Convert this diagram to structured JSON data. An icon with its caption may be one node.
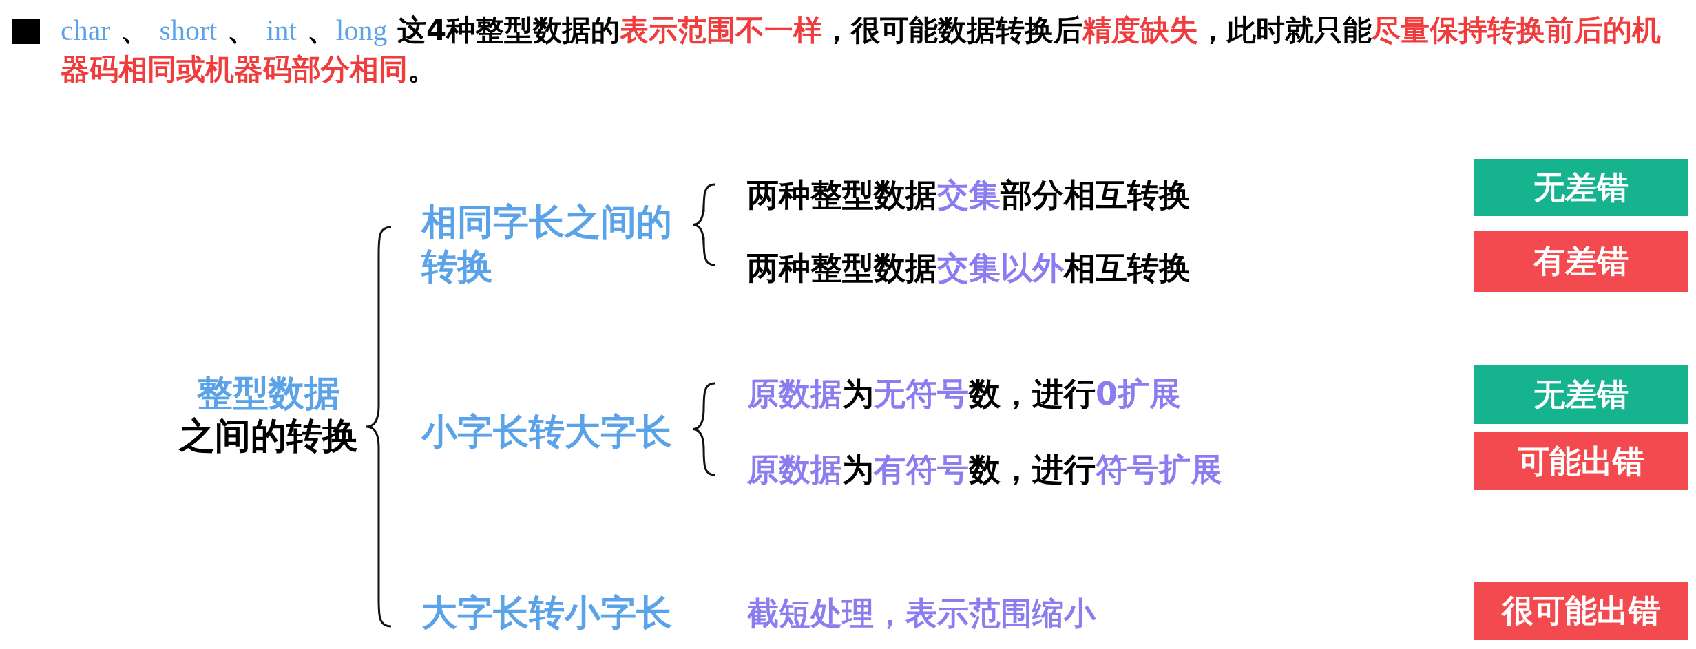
{
  "diagram": {
    "title": "*char* 、 *short* 、 *int* 、*long* 这4种整型数据的**表示范围不一样**，很可能数据转换后**精度缺失**，此时就只能**尽量保持转换前后的机器码相同或机器码部分相同**。",
    "nodes": [
      {
        "text": [
          "**整型数据**之间的转换"
        ]
      },
      {
        "text": [
          "相同字长之间的转换"
        ]
      },
      {
        "text": [
          "小字长转大字长"
        ]
      },
      {
        "text": [
          "大字长转小字长"
        ]
      },
      {
        "text": [
          "两种整型数据**交集**部分相互转换"
        ]
      },
      {
        "text": [
          "两种整型数据**交集以外**相互转换"
        ]
      },
      {
        "text": [
          "**原数据**为**无符号**数，进行**0扩展**"
        ]
      },
      {
        "text": [
          "**原数据**为**有符号**数，进行**符号扩展**"
        ]
      },
      {
        "text": [
          "截短处理，表示范围缩小"
        ]
      },
      {
        "text": [
          "无差错"
        ]
      },
      {
        "text": [
          "有差错"
        ]
      },
      {
        "text": [
          "无差错"
        ]
      },
      {
        "text": [
          "可能出错"
        ]
      },
      {
        "text": [
          "很可能出错"
        ]
      }
    ],
    "edges": []
  }
}
